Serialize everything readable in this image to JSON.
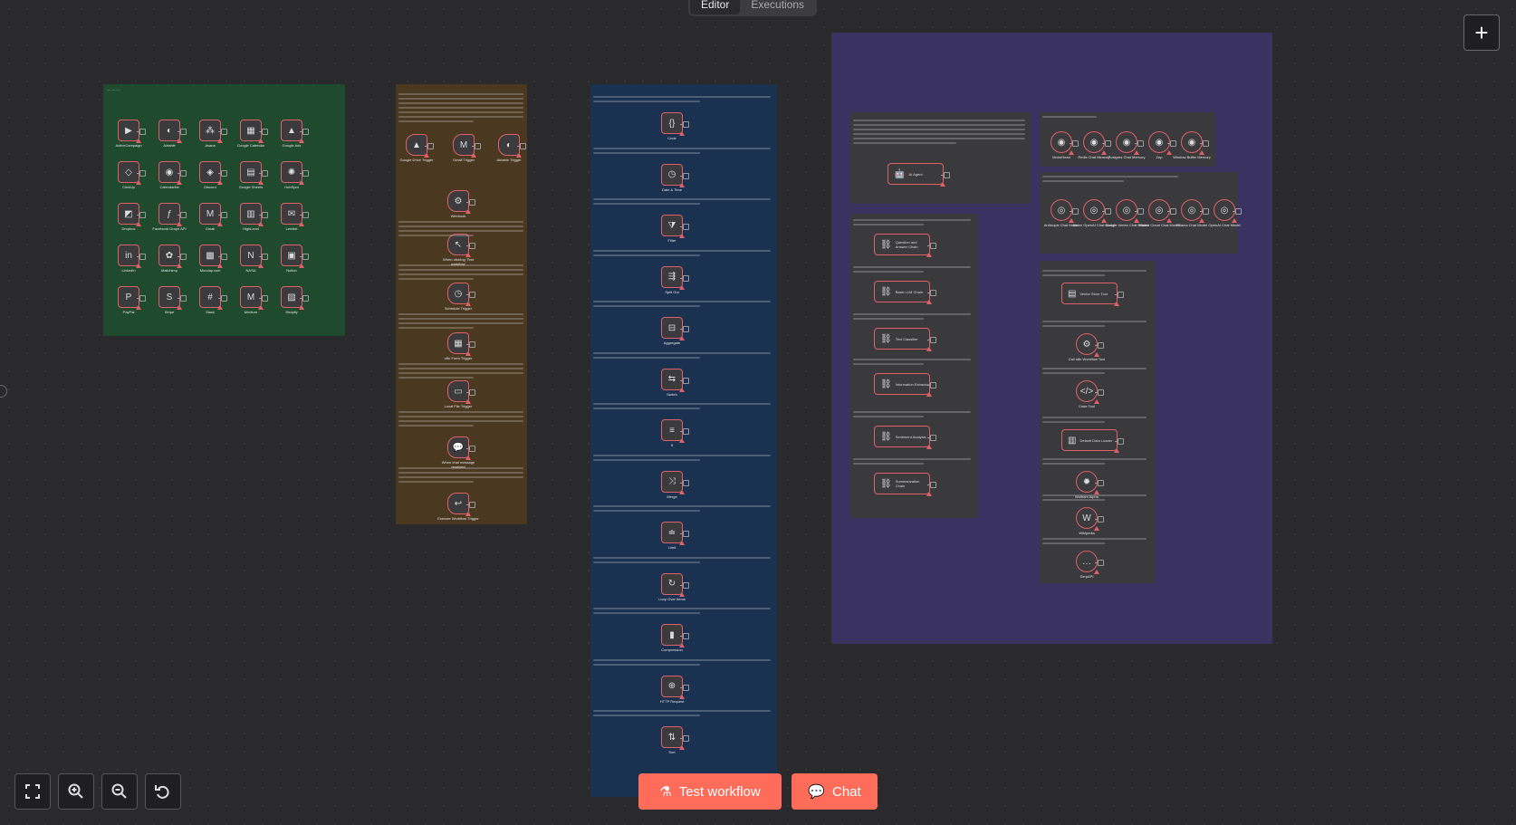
{
  "tabs": [
    {
      "label": "Editor",
      "active": true
    },
    {
      "label": "Executions",
      "active": false
    }
  ],
  "actions": {
    "add": "+",
    "test_workflow": "Test workflow",
    "chat": "Chat"
  },
  "colors": {
    "accent": "#ff6d5a",
    "node_border": "#e0606a",
    "sticky_green": "#1f4a2e",
    "sticky_brown": "#4a3820",
    "sticky_blue": "#1a3150",
    "sticky_purple": "#3a3260",
    "canvas": "#2a2a2c"
  },
  "apps_nodes": [
    "ActiveCampaign",
    "Airtable",
    "Asana",
    "Google Calendar",
    "Google Ads",
    "ClickUp",
    "Calendarlist",
    "Discord",
    "Google Sheets",
    "HubSpot",
    "Dropbox",
    "Facebook Graph API",
    "Gmail",
    "HighLevel",
    "Lemlist",
    "LinkedIn",
    "Mailchimp",
    "Monday.com",
    "NASA",
    "Notion",
    "PayPal",
    "Stripe",
    "Slack",
    "Medium",
    "Shopify"
  ],
  "trigger_nodes": [
    "Google Drive Trigger",
    "Gmail Trigger",
    "Airtable Trigger",
    "Webhook",
    "When clicking 'Test workflow'",
    "Schedule Trigger",
    "n8n Form Trigger",
    "Local File Trigger",
    "When chat message received",
    "Execute Workflow Trigger"
  ],
  "core_nodes": [
    "Code",
    "Date & Time",
    "Filter",
    "Split Out",
    "Aggregate",
    "Switch",
    "If",
    "Merge",
    "Limit",
    "Loop Over Items",
    "Compression",
    "HTTP Request",
    "Sort"
  ],
  "ai_agent": "AI Agent",
  "chain_nodes": [
    "Question and Answer Chain",
    "Basic LLM Chain",
    "Text Classifier",
    "Information Extractor",
    "Sentiment Analysis",
    "Summarization Chain"
  ],
  "memory_nodes": [
    "MotorHead",
    "Redis Chat Memory",
    "Postgres Chat Memory",
    "Zep",
    "Window Buffer Memory"
  ],
  "model_nodes": [
    "Anthropic Chat Model",
    "Azure OpenAI Chat Model",
    "Google Vertex Chat Model",
    "Mistral Cloud Chat Model",
    "Ollama Chat Model",
    "OpenAI Chat Model"
  ],
  "tool_nodes": [
    "Vector Store Tool",
    "Call n8n Workflow Tool",
    "Code Tool",
    "Default Data Loader",
    "Wolfram Alpha",
    "Wikipedia",
    "SerpAPI"
  ]
}
